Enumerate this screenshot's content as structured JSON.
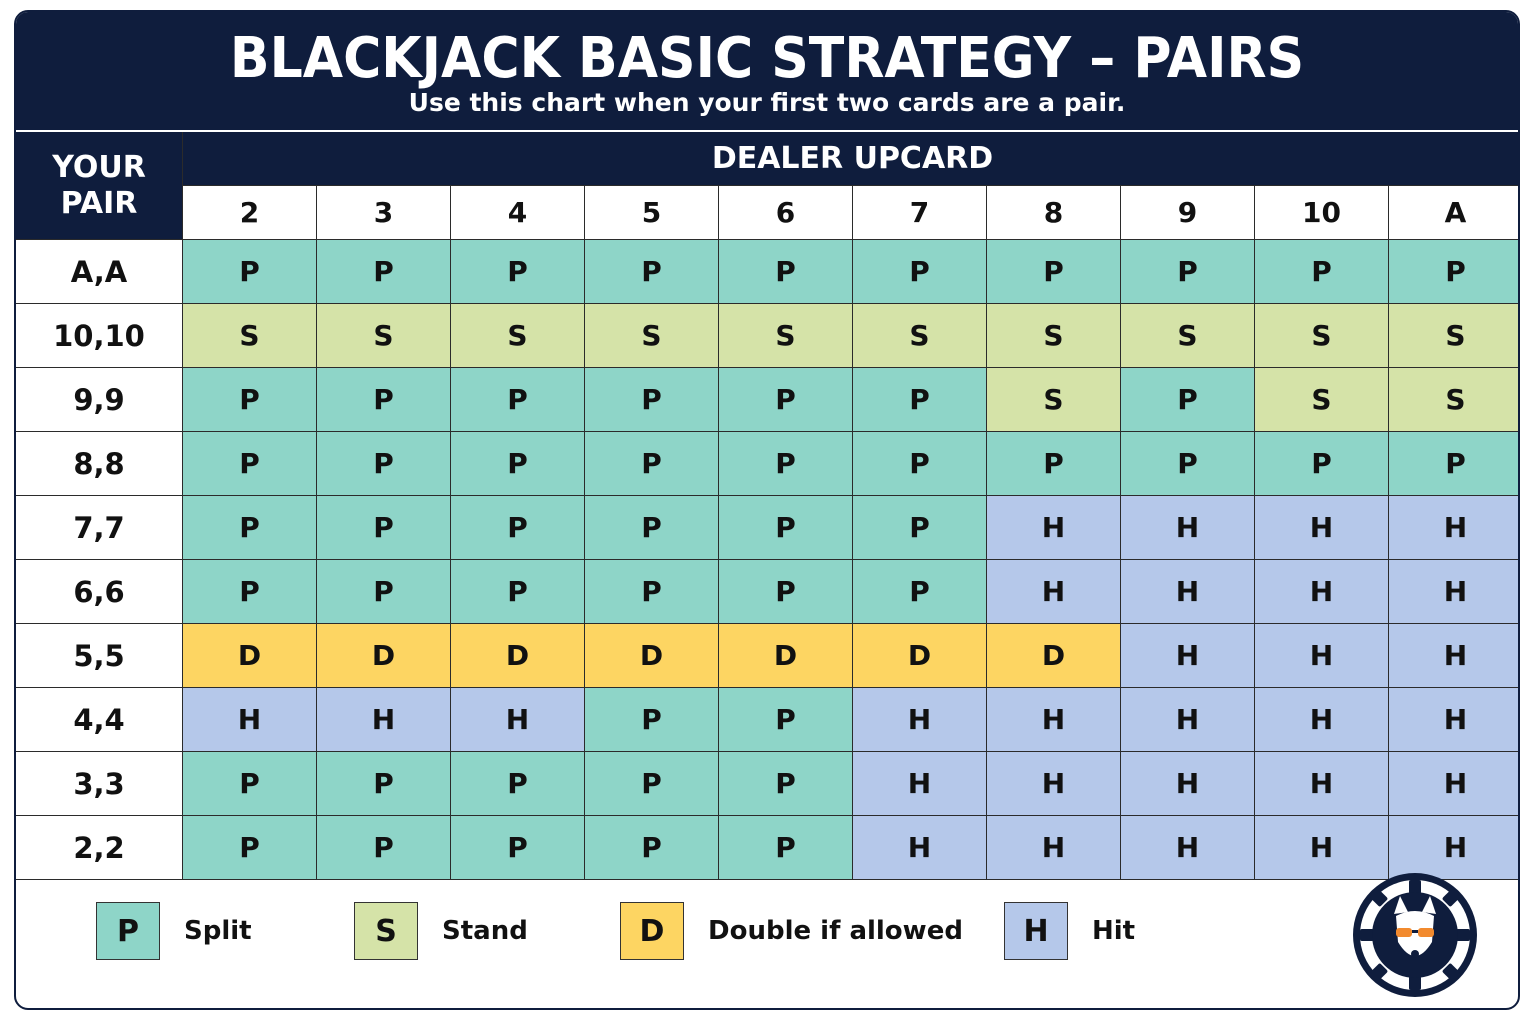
{
  "title": "BLACKJACK BASIC STRATEGY – PAIRS",
  "subtitle": "Use this chart when your first two cards are a pair.",
  "your_pair_label_line1": "YOUR",
  "your_pair_label_line2": "PAIR",
  "dealer_label": "DEALER UPCARD",
  "upcards": [
    "2",
    "3",
    "4",
    "5",
    "6",
    "7",
    "8",
    "9",
    "10",
    "A"
  ],
  "rows": [
    {
      "pair": "A,A",
      "actions": [
        "P",
        "P",
        "P",
        "P",
        "P",
        "P",
        "P",
        "P",
        "P",
        "P"
      ]
    },
    {
      "pair": "10,10",
      "actions": [
        "S",
        "S",
        "S",
        "S",
        "S",
        "S",
        "S",
        "S",
        "S",
        "S"
      ]
    },
    {
      "pair": "9,9",
      "actions": [
        "P",
        "P",
        "P",
        "P",
        "P",
        "P",
        "S",
        "P",
        "S",
        "S"
      ]
    },
    {
      "pair": "8,8",
      "actions": [
        "P",
        "P",
        "P",
        "P",
        "P",
        "P",
        "P",
        "P",
        "P",
        "P"
      ]
    },
    {
      "pair": "7,7",
      "actions": [
        "P",
        "P",
        "P",
        "P",
        "P",
        "P",
        "H",
        "H",
        "H",
        "H"
      ]
    },
    {
      "pair": "6,6",
      "actions": [
        "P",
        "P",
        "P",
        "P",
        "P",
        "P",
        "H",
        "H",
        "H",
        "H"
      ]
    },
    {
      "pair": "5,5",
      "actions": [
        "D",
        "D",
        "D",
        "D",
        "D",
        "D",
        "D",
        "H",
        "H",
        "H"
      ]
    },
    {
      "pair": "4,4",
      "actions": [
        "H",
        "H",
        "H",
        "P",
        "P",
        "H",
        "H",
        "H",
        "H",
        "H"
      ]
    },
    {
      "pair": "3,3",
      "actions": [
        "P",
        "P",
        "P",
        "P",
        "P",
        "H",
        "H",
        "H",
        "H",
        "H"
      ]
    },
    {
      "pair": "2,2",
      "actions": [
        "P",
        "P",
        "P",
        "P",
        "P",
        "H",
        "H",
        "H",
        "H",
        "H"
      ]
    }
  ],
  "legend": [
    {
      "code": "P",
      "label": "Split"
    },
    {
      "code": "S",
      "label": "Stand"
    },
    {
      "code": "D",
      "label": "Double if allowed"
    },
    {
      "code": "H",
      "label": "Hit"
    }
  ],
  "colors": {
    "navy": "#0f1d3d",
    "P": "#8ed5c8",
    "S": "#d5e3a8",
    "D": "#fdd562",
    "H": "#b5c8ea",
    "logo_accent": "#f28a2e"
  },
  "logo_icon": "dog-with-sunglasses-poker-chip-icon"
}
